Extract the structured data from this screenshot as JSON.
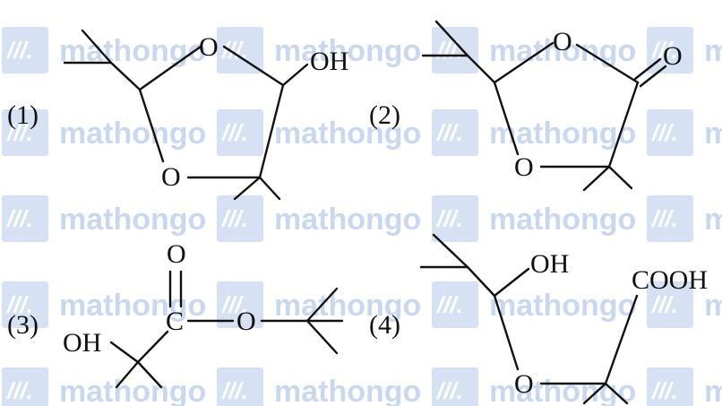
{
  "watermark": {
    "brand": "mathongo",
    "logo_glyph": "///."
  },
  "structures": [
    {
      "label": "(1)",
      "atoms": {
        "o_top": "O",
        "o_bottom": "O",
        "oh": "OH"
      }
    },
    {
      "label": "(2)",
      "atoms": {
        "o_top": "O",
        "o_bottom": "O",
        "o_carbonyl": "O"
      }
    },
    {
      "label": "(3)",
      "atoms": {
        "o_carbonyl": "O",
        "c_carbonyl": "C",
        "o_ester": "O",
        "oh": "OH"
      }
    },
    {
      "label": "(4)",
      "atoms": {
        "oh": "OH",
        "cooh": "COOH",
        "o_ether": "O"
      }
    }
  ]
}
